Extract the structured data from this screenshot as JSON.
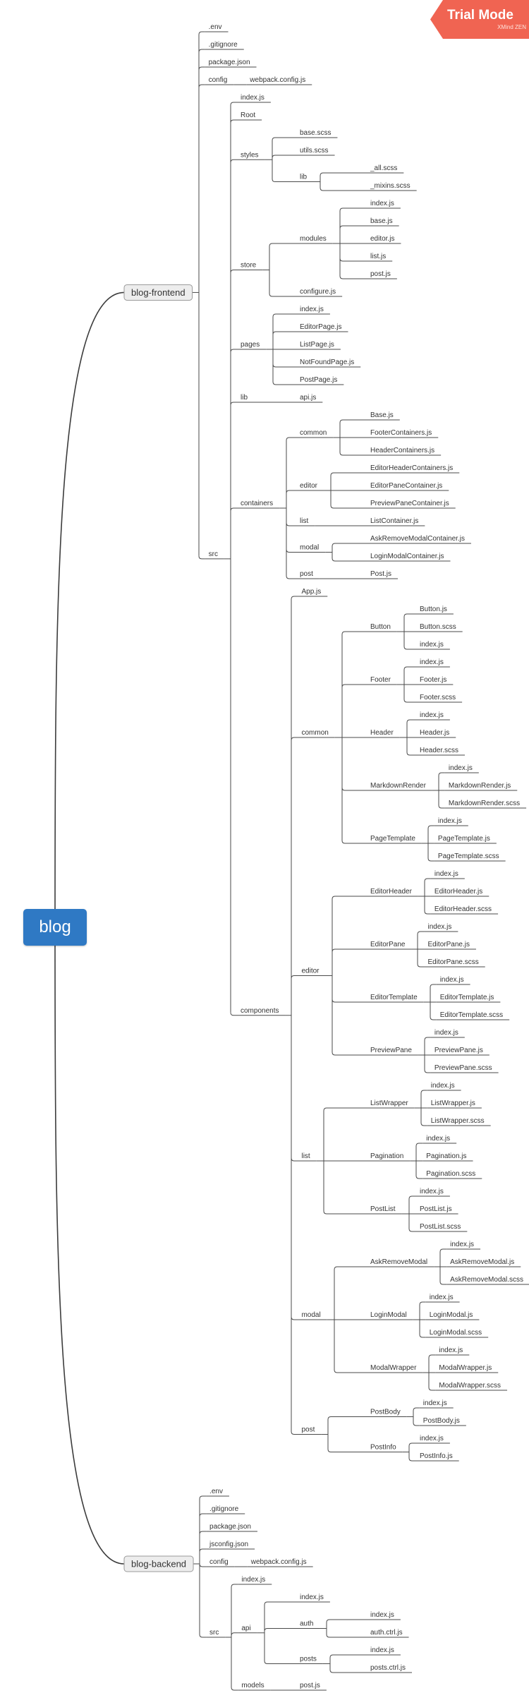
{
  "badge": {
    "title": "Trial Mode",
    "subtitle": "XMind ZEN"
  },
  "colors": {
    "central": "#2f79c4",
    "badge": "#f06452",
    "line": "#4a4a4a",
    "main_topic_fill": "#ededed"
  },
  "mindmap": {
    "label": "blog",
    "children": [
      {
        "label": "blog-frontend",
        "children": [
          {
            "label": ".env"
          },
          {
            "label": ".gitignore"
          },
          {
            "label": "package.json"
          },
          {
            "label": "config",
            "children": [
              {
                "label": "webpack.config.js"
              }
            ]
          },
          {
            "label": "src",
            "children": [
              {
                "label": "index.js"
              },
              {
                "label": "Root"
              },
              {
                "label": "styles",
                "children": [
                  {
                    "label": "base.scss"
                  },
                  {
                    "label": "utils.scss"
                  },
                  {
                    "label": "lib",
                    "children": [
                      {
                        "label": "_all.scss"
                      },
                      {
                        "label": "_mixins.scss"
                      }
                    ]
                  }
                ]
              },
              {
                "label": "store",
                "children": [
                  {
                    "label": "modules",
                    "children": [
                      {
                        "label": "index.js"
                      },
                      {
                        "label": "base.js"
                      },
                      {
                        "label": "editor.js"
                      },
                      {
                        "label": "list.js"
                      },
                      {
                        "label": "post.js"
                      }
                    ]
                  },
                  {
                    "label": "configure.js"
                  }
                ]
              },
              {
                "label": "pages",
                "children": [
                  {
                    "label": "index.js"
                  },
                  {
                    "label": "EditorPage.js"
                  },
                  {
                    "label": "ListPage.js"
                  },
                  {
                    "label": "NotFoundPage.js"
                  },
                  {
                    "label": "PostPage.js"
                  }
                ]
              },
              {
                "label": "lib",
                "children": [
                  {
                    "label": "api.js"
                  }
                ]
              },
              {
                "label": "containers",
                "children": [
                  {
                    "label": "common",
                    "children": [
                      {
                        "label": "Base.js"
                      },
                      {
                        "label": "FooterContainers.js"
                      },
                      {
                        "label": "HeaderContainers.js"
                      }
                    ]
                  },
                  {
                    "label": "editor",
                    "children": [
                      {
                        "label": "EditorHeaderContainers.js"
                      },
                      {
                        "label": "EditorPaneContainer.js"
                      },
                      {
                        "label": "PreviewPaneContainer.js"
                      }
                    ]
                  },
                  {
                    "label": "list",
                    "children": [
                      {
                        "label": "ListContainer.js"
                      }
                    ]
                  },
                  {
                    "label": "modal",
                    "children": [
                      {
                        "label": "AskRemoveModalContainer.js"
                      },
                      {
                        "label": "LoginModalContainer.js"
                      }
                    ]
                  },
                  {
                    "label": "post",
                    "children": [
                      {
                        "label": "Post.js"
                      }
                    ]
                  }
                ]
              },
              {
                "label": "components",
                "children": [
                  {
                    "label": "App.js"
                  },
                  {
                    "label": "common",
                    "children": [
                      {
                        "label": "Button",
                        "children": [
                          {
                            "label": "Button.js"
                          },
                          {
                            "label": "Button.scss"
                          },
                          {
                            "label": "index.js"
                          }
                        ]
                      },
                      {
                        "label": "Footer",
                        "children": [
                          {
                            "label": "index.js"
                          },
                          {
                            "label": "Footer.js"
                          },
                          {
                            "label": "Footer.scss"
                          }
                        ]
                      },
                      {
                        "label": "Header",
                        "children": [
                          {
                            "label": "index.js"
                          },
                          {
                            "label": "Header.js"
                          },
                          {
                            "label": "Header.scss"
                          }
                        ]
                      },
                      {
                        "label": "MarkdownRender",
                        "children": [
                          {
                            "label": "index.js"
                          },
                          {
                            "label": "MarkdownRender.js"
                          },
                          {
                            "label": "MarkdownRender.scss"
                          }
                        ]
                      },
                      {
                        "label": "PageTemplate",
                        "children": [
                          {
                            "label": "index.js"
                          },
                          {
                            "label": "PageTemplate.js"
                          },
                          {
                            "label": "PageTemplate.scss"
                          }
                        ]
                      }
                    ]
                  },
                  {
                    "label": "editor",
                    "children": [
                      {
                        "label": "EditorHeader",
                        "children": [
                          {
                            "label": "index.js"
                          },
                          {
                            "label": "EditorHeader.js"
                          },
                          {
                            "label": "EditorHeader.scss"
                          }
                        ]
                      },
                      {
                        "label": "EditorPane",
                        "children": [
                          {
                            "label": "index.js"
                          },
                          {
                            "label": "EditorPane.js"
                          },
                          {
                            "label": "EditorPane.scss"
                          }
                        ]
                      },
                      {
                        "label": "EditorTemplate",
                        "children": [
                          {
                            "label": "index.js"
                          },
                          {
                            "label": "EditorTemplate.js"
                          },
                          {
                            "label": "EditorTemplate.scss"
                          }
                        ]
                      },
                      {
                        "label": "PreviewPane",
                        "children": [
                          {
                            "label": "index.js"
                          },
                          {
                            "label": "PreviewPane.js"
                          },
                          {
                            "label": "PreviewPane.scss"
                          }
                        ]
                      }
                    ]
                  },
                  {
                    "label": "list",
                    "children": [
                      {
                        "label": "ListWrapper",
                        "children": [
                          {
                            "label": "index.js"
                          },
                          {
                            "label": "ListWrapper.js"
                          },
                          {
                            "label": "ListWrapper.scss"
                          }
                        ]
                      },
                      {
                        "label": "Pagination",
                        "children": [
                          {
                            "label": "index.js"
                          },
                          {
                            "label": "Pagination.js"
                          },
                          {
                            "label": "Pagination.scss"
                          }
                        ]
                      },
                      {
                        "label": "PostList",
                        "children": [
                          {
                            "label": "index.js"
                          },
                          {
                            "label": "PostList.js"
                          },
                          {
                            "label": "PostList.scss"
                          }
                        ]
                      }
                    ]
                  },
                  {
                    "label": "modal",
                    "children": [
                      {
                        "label": "AskRemoveModal",
                        "children": [
                          {
                            "label": "index.js"
                          },
                          {
                            "label": "AskRemoveModal.js"
                          },
                          {
                            "label": "AskRemoveModal.scss"
                          }
                        ]
                      },
                      {
                        "label": "LoginModal",
                        "children": [
                          {
                            "label": "index.js"
                          },
                          {
                            "label": "LoginModal.js"
                          },
                          {
                            "label": "LoginModal.scss"
                          }
                        ]
                      },
                      {
                        "label": "ModalWrapper",
                        "children": [
                          {
                            "label": "index.js"
                          },
                          {
                            "label": "ModalWrapper.js"
                          },
                          {
                            "label": "ModalWrapper.scss"
                          }
                        ]
                      }
                    ]
                  },
                  {
                    "label": "post",
                    "children": [
                      {
                        "label": "PostBody",
                        "children": [
                          {
                            "label": "index.js"
                          },
                          {
                            "label": "PostBody.js"
                          }
                        ]
                      },
                      {
                        "label": "PostInfo",
                        "children": [
                          {
                            "label": "index.js"
                          },
                          {
                            "label": "PostInfo.js"
                          }
                        ]
                      }
                    ]
                  }
                ]
              }
            ]
          }
        ]
      },
      {
        "label": "blog-backend",
        "children": [
          {
            "label": ".env"
          },
          {
            "label": ".gitignore"
          },
          {
            "label": "package.json"
          },
          {
            "label": "jsconfig.json"
          },
          {
            "label": "config",
            "children": [
              {
                "label": "webpack.config.js"
              }
            ]
          },
          {
            "label": "src",
            "children": [
              {
                "label": "index.js"
              },
              {
                "label": "api",
                "children": [
                  {
                    "label": "index.js"
                  },
                  {
                    "label": "auth",
                    "children": [
                      {
                        "label": "index.js"
                      },
                      {
                        "label": "auth.ctrl.js"
                      }
                    ]
                  },
                  {
                    "label": "posts",
                    "children": [
                      {
                        "label": "index.js"
                      },
                      {
                        "label": "posts.ctrl.js"
                      }
                    ]
                  }
                ]
              },
              {
                "label": "models",
                "children": [
                  {
                    "label": "post.js"
                  }
                ]
              }
            ]
          }
        ]
      }
    ]
  }
}
